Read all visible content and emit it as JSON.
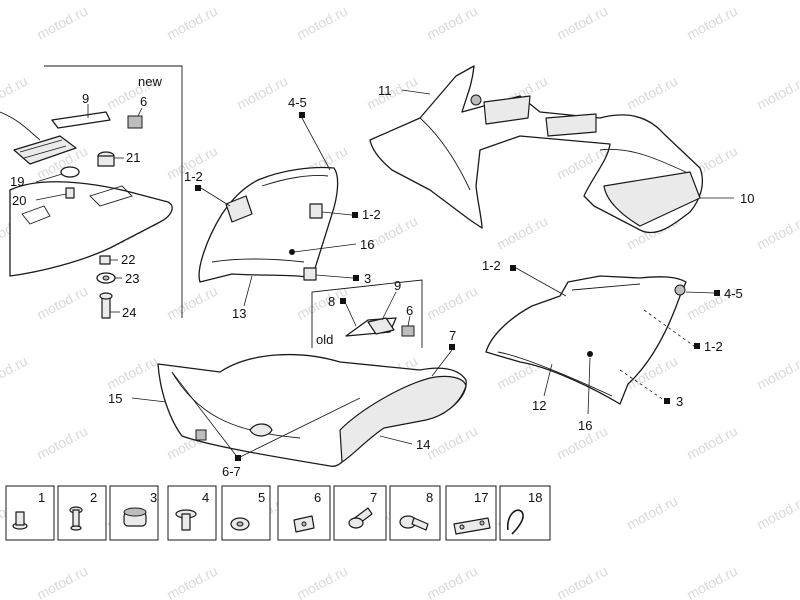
{
  "watermark": "motod.ru",
  "inset_new": {
    "tag": "new"
  },
  "inset_old": {
    "tag": "old"
  },
  "callouts": [
    {
      "id": "c-new-9",
      "text": "9"
    },
    {
      "id": "c-new-6",
      "text": "6"
    },
    {
      "id": "c-21",
      "text": "21"
    },
    {
      "id": "c-19",
      "text": "19"
    },
    {
      "id": "c-20",
      "text": "20"
    },
    {
      "id": "c-22",
      "text": "22"
    },
    {
      "id": "c-23",
      "text": "23"
    },
    {
      "id": "c-24",
      "text": "24"
    },
    {
      "id": "c-l-1-2a",
      "text": "1-2"
    },
    {
      "id": "c-l-4-5",
      "text": "4-5"
    },
    {
      "id": "c-l-1-2b",
      "text": "1-2"
    },
    {
      "id": "c-l-16",
      "text": "16"
    },
    {
      "id": "c-l-3",
      "text": "3"
    },
    {
      "id": "c-13",
      "text": "13"
    },
    {
      "id": "c-old-8",
      "text": "8"
    },
    {
      "id": "c-old-9",
      "text": "9"
    },
    {
      "id": "c-old-6",
      "text": "6"
    },
    {
      "id": "c-11",
      "text": "11"
    },
    {
      "id": "c-10",
      "text": "10"
    },
    {
      "id": "c-r-1-2a",
      "text": "1-2"
    },
    {
      "id": "c-r-4-5",
      "text": "4-5"
    },
    {
      "id": "c-r-1-2b",
      "text": "1-2"
    },
    {
      "id": "c-r-3",
      "text": "3"
    },
    {
      "id": "c-12",
      "text": "12"
    },
    {
      "id": "c-r-16",
      "text": "16"
    },
    {
      "id": "c-7",
      "text": "7"
    },
    {
      "id": "c-15",
      "text": "15"
    },
    {
      "id": "c-14",
      "text": "14"
    },
    {
      "id": "c-6-7",
      "text": "6-7"
    }
  ],
  "fastener_legend": [
    "1",
    "2",
    "3",
    "4",
    "5",
    "6",
    "7",
    "8",
    "17",
    "18"
  ]
}
